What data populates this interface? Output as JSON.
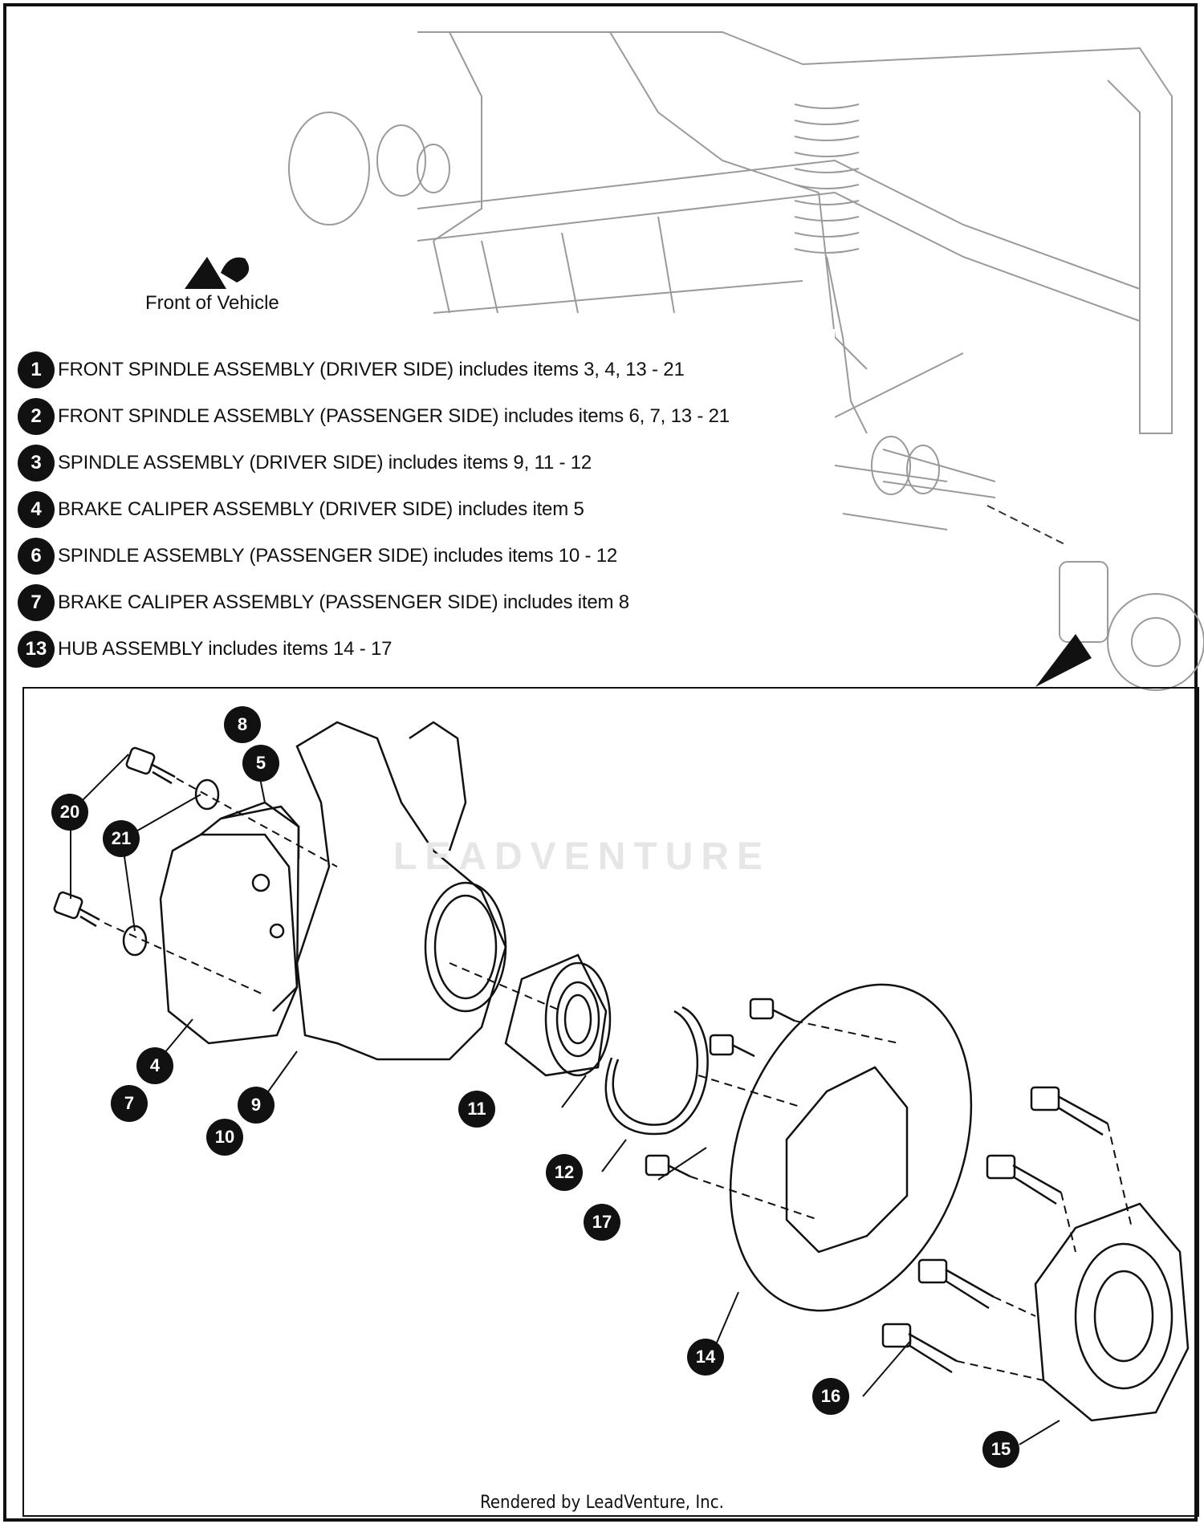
{
  "front_label": "Front of Vehicle",
  "legend": [
    {
      "num": "1",
      "text": "FRONT SPINDLE ASSEMBLY (DRIVER SIDE) includes items 3, 4, 13 - 21"
    },
    {
      "num": "2",
      "text": "FRONT SPINDLE ASSEMBLY (PASSENGER SIDE) includes items 6, 7, 13 - 21"
    },
    {
      "num": "3",
      "text": "SPINDLE ASSEMBLY (DRIVER SIDE) includes items 9, 11 - 12"
    },
    {
      "num": "4",
      "text": "BRAKE CALIPER ASSEMBLY (DRIVER SIDE) includes item 5"
    },
    {
      "num": "6",
      "text": "SPINDLE ASSEMBLY (PASSENGER SIDE) includes items 10 - 12"
    },
    {
      "num": "7",
      "text": "BRAKE CALIPER ASSEMBLY (PASSENGER SIDE) includes item 8"
    },
    {
      "num": "13",
      "text": "HUB ASSEMBLY includes items 14 - 17"
    }
  ],
  "callouts": [
    "8",
    "5",
    "20",
    "21",
    "4",
    "7",
    "9",
    "10",
    "11",
    "12",
    "17",
    "14",
    "16",
    "15"
  ],
  "watermark": "LEADVENTURE",
  "footer": "Rendered by LeadVenture, Inc."
}
